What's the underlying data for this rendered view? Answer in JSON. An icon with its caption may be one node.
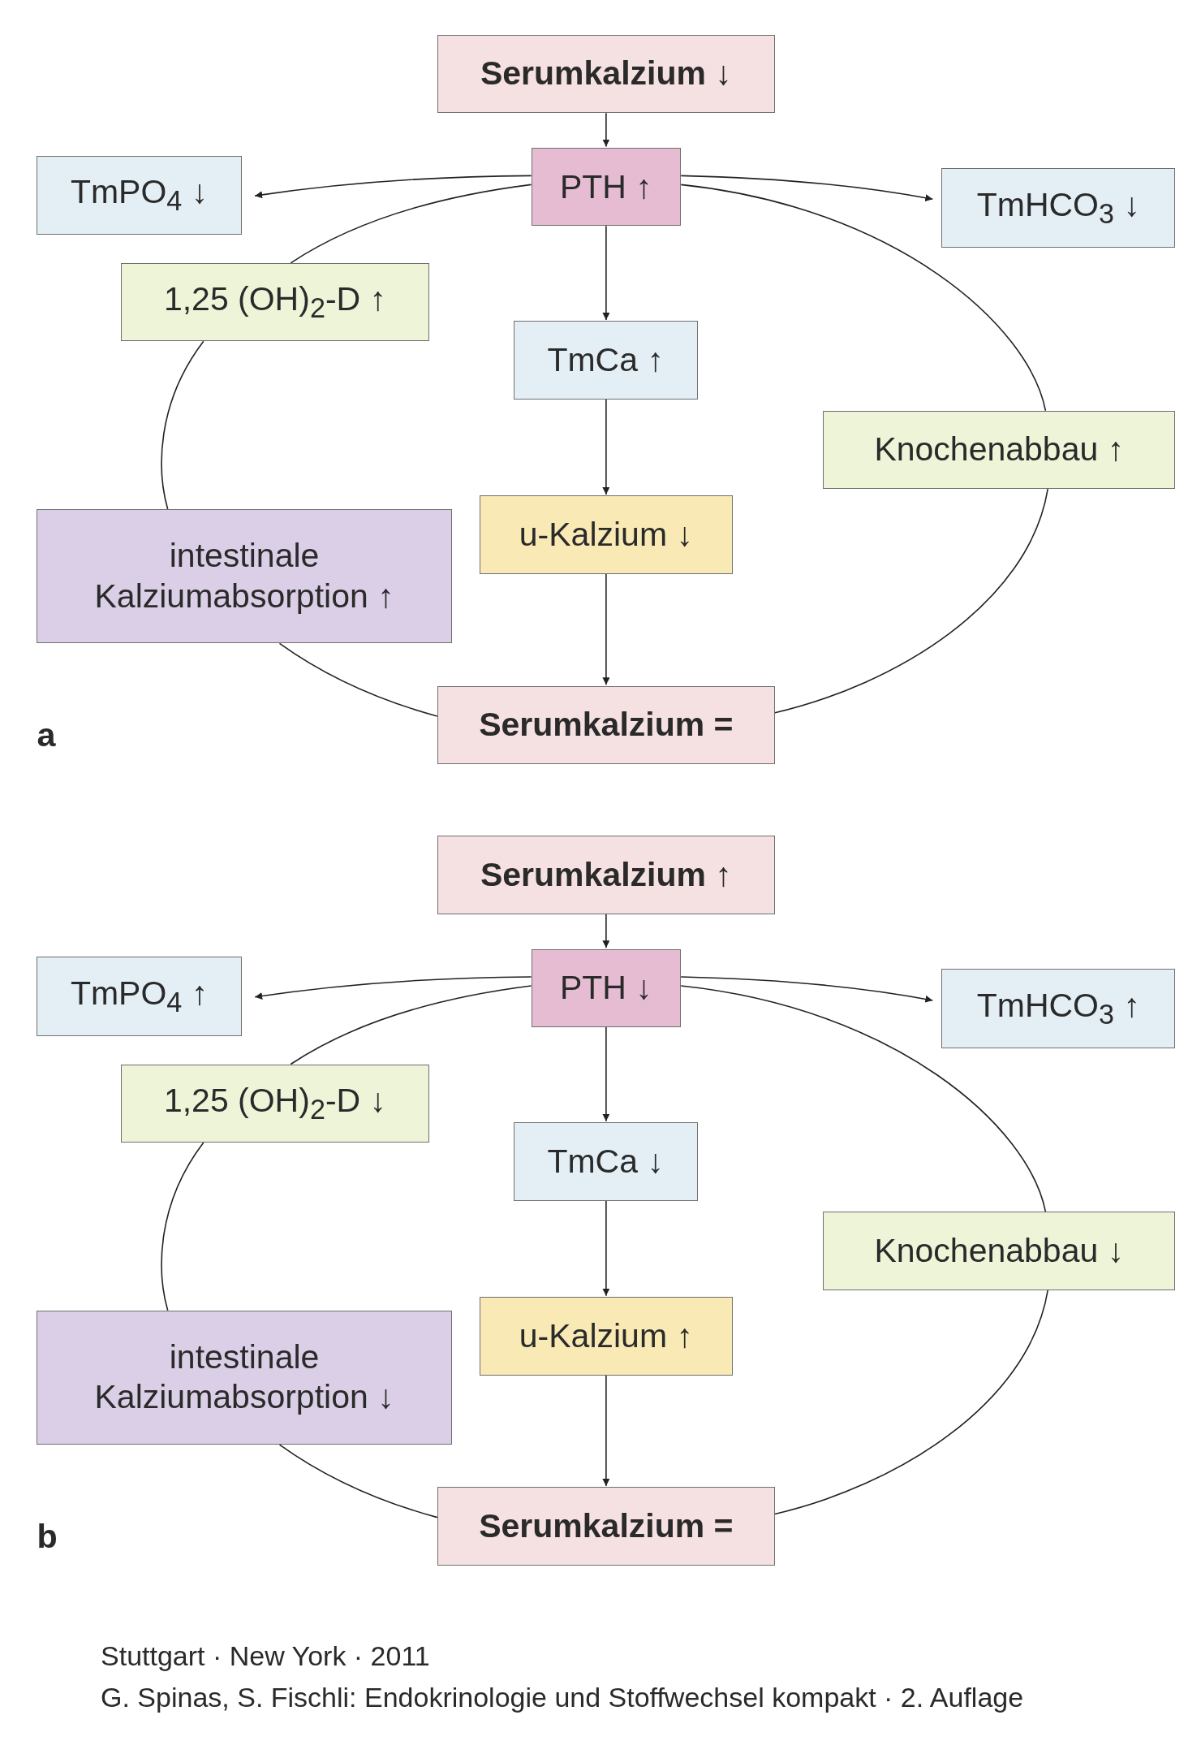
{
  "diagram": {
    "nodes": [
      {
        "text": [
          "Serumkalzium ↓"
        ]
      },
      {
        "text": [
          "PTH ↑"
        ]
      },
      {
        "text": [
          "TmPO$_{4}$ ↓"
        ]
      },
      {
        "text": [
          "TmHCO$_{3}$ ↓"
        ]
      },
      {
        "text": [
          "1,25 (OH)$_{2}$-D ↑"
        ]
      },
      {
        "text": [
          "TmCa ↑"
        ]
      },
      {
        "text": [
          "Knochenabbau ↑"
        ]
      },
      {
        "text": [
          "u-Kalzium ↓"
        ]
      },
      {
        "text": [
          "intestinale Kalziumabsorption ↑"
        ]
      },
      {
        "text": [
          "Serumkalzium ="
        ]
      },
      {
        "text": [
          "Serumkalzium ↑"
        ]
      },
      {
        "text": [
          "PTH ↓"
        ]
      },
      {
        "text": [
          "TmPO$_{4}$ ↑"
        ]
      },
      {
        "text": [
          "TmHCO$_{3}$ ↑"
        ]
      },
      {
        "text": [
          "1,25 (OH)$_{2}$-D ↓"
        ]
      },
      {
        "text": [
          "TmCa ↓"
        ]
      },
      {
        "text": [
          "Knochenabbau ↓"
        ]
      },
      {
        "text": [
          "u-Kalzium ↑"
        ]
      },
      {
        "text": [
          "intestinale Kalziumabsorption ↓"
        ]
      },
      {
        "text": [
          "Serumkalzium ="
        ]
      }
    ],
    "edges": [
      {
        "from": 0,
        "to": 1,
        "arrow": "to"
      },
      {
        "from": 1,
        "to": 2,
        "arrow": "to"
      },
      {
        "from": 1,
        "to": 3,
        "arrow": "to"
      },
      {
        "from": 1,
        "to": 5,
        "arrow": "to"
      },
      {
        "from": 5,
        "to": 7,
        "arrow": "to"
      },
      {
        "from": 7,
        "to": 9,
        "arrow": "to"
      },
      {
        "from": 1,
        "to": 4,
        "arrow": "none"
      },
      {
        "from": 4,
        "to": 8,
        "arrow": "none"
      },
      {
        "from": 8,
        "to": 9,
        "arrow": "none"
      },
      {
        "from": 1,
        "to": 6,
        "arrow": "none"
      },
      {
        "from": 6,
        "to": 9,
        "arrow": "none"
      },
      {
        "from": 10,
        "to": 11,
        "arrow": "to"
      },
      {
        "from": 11,
        "to": 12,
        "arrow": "to"
      },
      {
        "from": 11,
        "to": 13,
        "arrow": "to"
      },
      {
        "from": 11,
        "to": 15,
        "arrow": "to"
      },
      {
        "from": 15,
        "to": 17,
        "arrow": "to"
      },
      {
        "from": 17,
        "to": 19,
        "arrow": "to"
      },
      {
        "from": 11,
        "to": 14,
        "arrow": "none"
      },
      {
        "from": 14,
        "to": 18,
        "arrow": "none"
      },
      {
        "from": 18,
        "to": 19,
        "arrow": "none"
      },
      {
        "from": 11,
        "to": 16,
        "arrow": "none"
      },
      {
        "from": 16,
        "to": 19,
        "arrow": "none"
      }
    ],
    "labels": [
      "a",
      "b",
      "Stuttgart · New York · 2011",
      "G. Spinas, S. Fischli: Endokrinologie und Stoffwechsel kompakt · 2. Auflage"
    ]
  }
}
